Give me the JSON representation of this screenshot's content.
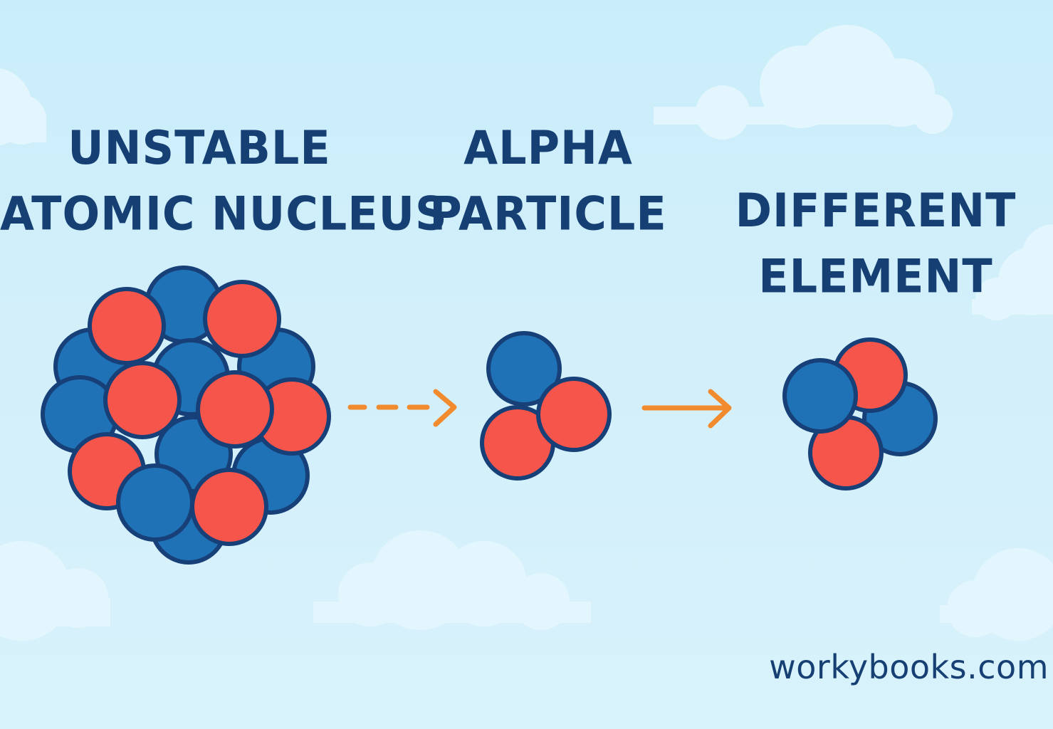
{
  "labels": {
    "unstable_nucleus": [
      "UNSTABLE",
      "ATOMIC NUCLEUS"
    ],
    "alpha_particle": [
      "ALPHA",
      "PARTICLE"
    ],
    "different_element": [
      "DIFFERENT",
      "ELEMENT"
    ]
  },
  "watermark": "workybooks.com",
  "colors": {
    "proton": "#f5554a",
    "neutron": "#1f72b6",
    "outline": "#173f78",
    "arrow": "#f28a2e",
    "text": "#163f73",
    "sky": "#cdeefa",
    "cloud": "#e6f7fd"
  },
  "arrows": [
    {
      "from": "unstable_nucleus",
      "to": "alpha_particle",
      "style": "dashed"
    },
    {
      "from": "alpha_particle",
      "to": "different_element",
      "style": "solid"
    }
  ]
}
